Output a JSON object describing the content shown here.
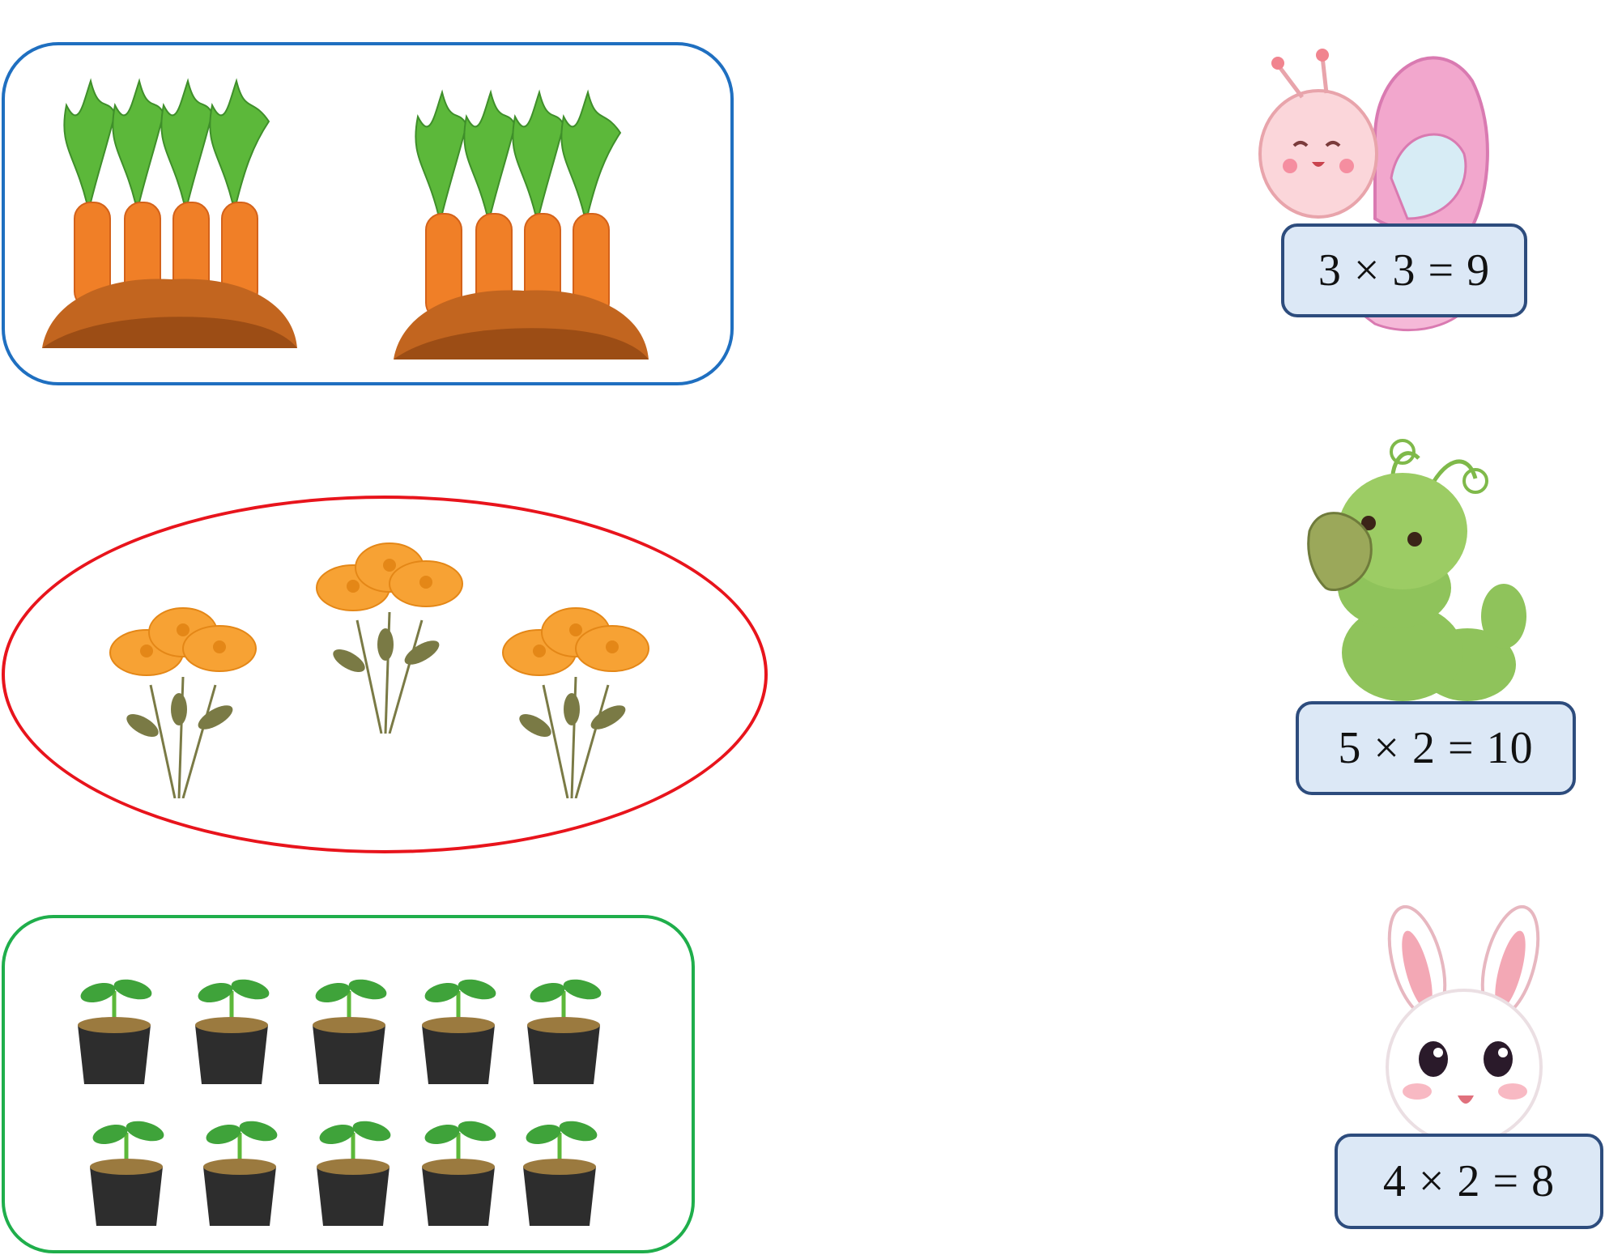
{
  "groups": [
    {
      "name": "carrot-group",
      "item": "carrot",
      "subgroups": 2,
      "per_subgroup": 4,
      "border_color": "#1f6fc0"
    },
    {
      "name": "flower-group",
      "item": "flower-bunch",
      "subgroups": 3,
      "border_color": "#e8141c"
    },
    {
      "name": "plant-group",
      "item": "potted-sprout",
      "rows": 2,
      "per_row": 5,
      "border_color": "#1fae4b"
    }
  ],
  "cards": [
    {
      "character": "butterfly-icon",
      "equation": "3 × 3 = 9"
    },
    {
      "character": "caterpillar-icon",
      "equation": "5 × 2 = 10"
    },
    {
      "character": "bunny-icon",
      "equation": "4 × 2 = 8"
    }
  ],
  "colors": {
    "card_fill": "#dce8f6",
    "card_border": "#2d4c7d",
    "carrot": "#f07f27",
    "soil": "#b85d1b",
    "leaf": "#5cb83a",
    "flower": "#f7a234",
    "pot": "#2d2d2d"
  }
}
